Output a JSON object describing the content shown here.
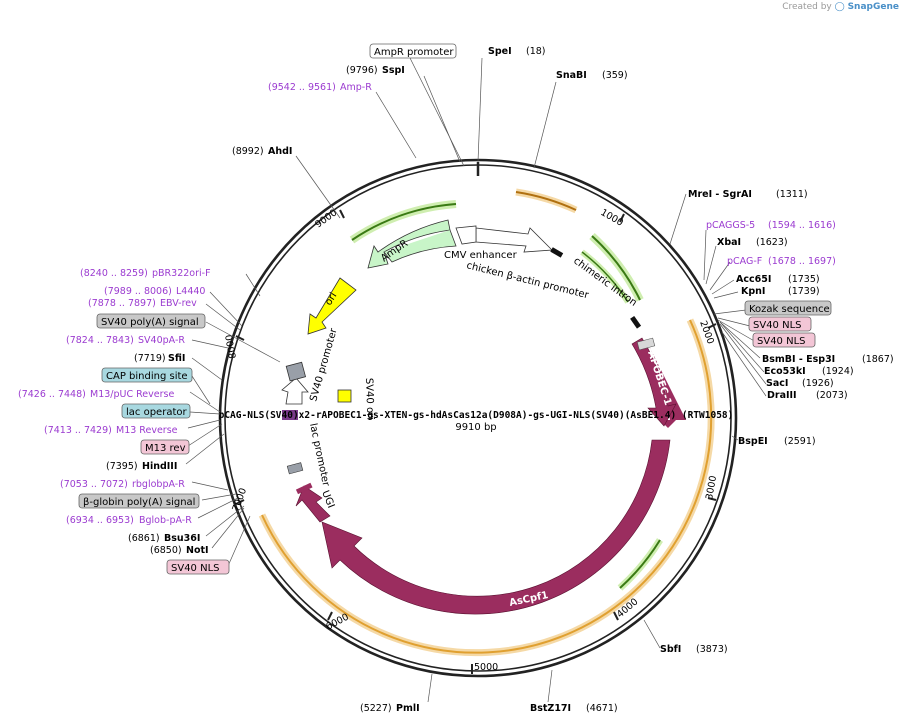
{
  "header": {
    "created_by": "Created by",
    "brand": "SnapGene"
  },
  "plasmid": {
    "name": "pCAG-NLS(SV40)x2-rAPOBEC1-gs-XTEN-gs-hdAsCas12a(D908A)-gs-UGI-NLS(SV40)(AsBE1.4) (RTW1058)",
    "length_label": "9910 bp",
    "total_bp": 9910
  },
  "ticks": [
    "1000",
    "2000",
    "3000",
    "4000",
    "5000",
    "6000",
    "7000",
    "8000",
    "9000"
  ],
  "sites": [
    {
      "id": "spei",
      "name": "SpeI",
      "pos": "(18)",
      "side": "right"
    },
    {
      "id": "snabi",
      "name": "SnaBI",
      "pos": "(359)",
      "side": "right"
    },
    {
      "id": "mrei",
      "name": "MreI  - SgrAI",
      "pos": "(1311)",
      "side": "right"
    },
    {
      "id": "xbai",
      "name": "XbaI",
      "pos": "(1623)",
      "side": "right"
    },
    {
      "id": "acc65i",
      "name": "Acc65I",
      "pos": "(1735)",
      "side": "right"
    },
    {
      "id": "kpni",
      "name": "KpnI",
      "pos": "(1739)",
      "side": "right"
    },
    {
      "id": "bsmbi",
      "name": "BsmBI   - Esp3I",
      "pos": "(1867)",
      "side": "right"
    },
    {
      "id": "eco53ki",
      "name": "Eco53kI",
      "pos": "(1924)",
      "side": "right"
    },
    {
      "id": "saci",
      "name": "SacI",
      "pos": "(1926)",
      "side": "right"
    },
    {
      "id": "drai",
      "name": "DraIII",
      "pos": "(2073)",
      "side": "right"
    },
    {
      "id": "bspei",
      "name": "BspEI",
      "pos": "(2591)",
      "side": "right"
    },
    {
      "id": "sbfi",
      "name": "SbfI",
      "pos": "(3873)",
      "side": "right"
    },
    {
      "id": "bstz17i",
      "name": "BstZ17I",
      "pos": "(4671)",
      "side": "right"
    },
    {
      "id": "pmli",
      "name": "PmlI",
      "pos": "(5227)",
      "side": "left"
    },
    {
      "id": "noti",
      "name": "NotI",
      "pos": "(6850)",
      "side": "left"
    },
    {
      "id": "bsu36i",
      "name": "Bsu36I",
      "pos": "(6861)",
      "side": "left"
    },
    {
      "id": "hindiii",
      "name": "HindIII",
      "pos": "(7395)",
      "side": "left"
    },
    {
      "id": "sfii",
      "name": "SfiI",
      "pos": "(7719)",
      "side": "left"
    },
    {
      "id": "ahdi",
      "name": "AhdI",
      "pos": "(8992)",
      "side": "left"
    },
    {
      "id": "sspi",
      "name": "SspI",
      "pos": "(9796)",
      "side": "left"
    }
  ],
  "primers": [
    {
      "id": "ampr-primer",
      "name": "Amp-R",
      "pos": "(9542 .. 9561)"
    },
    {
      "id": "pcaggs5",
      "name": "pCAGGS-5",
      "pos": "(1594 .. 1616)"
    },
    {
      "id": "pcagf",
      "name": "pCAG-F",
      "pos": "(1678 .. 1697)"
    },
    {
      "id": "pbr322orif",
      "name": "pBR322ori-F",
      "pos": "(8240 .. 8259)"
    },
    {
      "id": "l4440",
      "name": "L4440",
      "pos": "(7989 .. 8006)"
    },
    {
      "id": "ebvrev",
      "name": "EBV-rev",
      "pos": "(7878 .. 7897)"
    },
    {
      "id": "sv40par",
      "name": "SV40pA-R",
      "pos": "(7824 .. 7843)"
    },
    {
      "id": "m13puc",
      "name": "M13/pUC Reverse",
      "pos": "(7426 .. 7448)"
    },
    {
      "id": "m13reverse",
      "name": "M13 Reverse",
      "pos": "(7413 .. 7429)"
    },
    {
      "id": "rbglobpar",
      "name": "rbglobpA-R",
      "pos": "(7053 .. 7072)"
    },
    {
      "id": "bglobpar",
      "name": "Bglob-pA-R",
      "pos": "(6934 .. 6953)"
    }
  ],
  "boxed_features": [
    {
      "id": "ampr-promoter",
      "text": "AmpR promoter",
      "color": "#ffffff"
    },
    {
      "id": "kozak",
      "text": "Kozak sequence",
      "color": "#c8c8c8"
    },
    {
      "id": "sv40nls1",
      "text": "SV40 NLS",
      "color": "#f3c6d6"
    },
    {
      "id": "sv40nls2",
      "text": "SV40 NLS",
      "color": "#f3c6d6"
    },
    {
      "id": "sv40polya",
      "text": "SV40 poly(A) signal",
      "color": "#c8c8c8"
    },
    {
      "id": "cap",
      "text": "CAP binding site",
      "color": "#a8d8e0"
    },
    {
      "id": "lacop",
      "text": "lac operator",
      "color": "#a8d8e0"
    },
    {
      "id": "m13rev",
      "text": "M13 rev",
      "color": "#f3c6d6"
    },
    {
      "id": "bglobpolya",
      "text": "β-globin poly(A) signal",
      "color": "#c8c8c8"
    },
    {
      "id": "sv40nls3",
      "text": "SV40 NLS",
      "color": "#f3c6d6"
    }
  ],
  "inner_labels": {
    "ampr": "AmpR",
    "cmv": "CMV enhancer",
    "chicken": "chicken β-actin promoter",
    "intron": "chimeric intron",
    "apobec": "APOBEC-1",
    "ascpf1": "AsCpf1",
    "ugi": "UGI",
    "ori": "ori",
    "sv40prom": "SV40 promoter",
    "sv40ori": "SV40 ori",
    "lacprom": "lac promoter"
  },
  "colors": {
    "ring": "#222222",
    "cds": "#9b2d5f",
    "ori": "#ffff00",
    "ampr": "#c8f5c8",
    "primer": "#9b3bd0",
    "orf_orange": "#f0a020",
    "orf_green": "#5aa02a"
  }
}
